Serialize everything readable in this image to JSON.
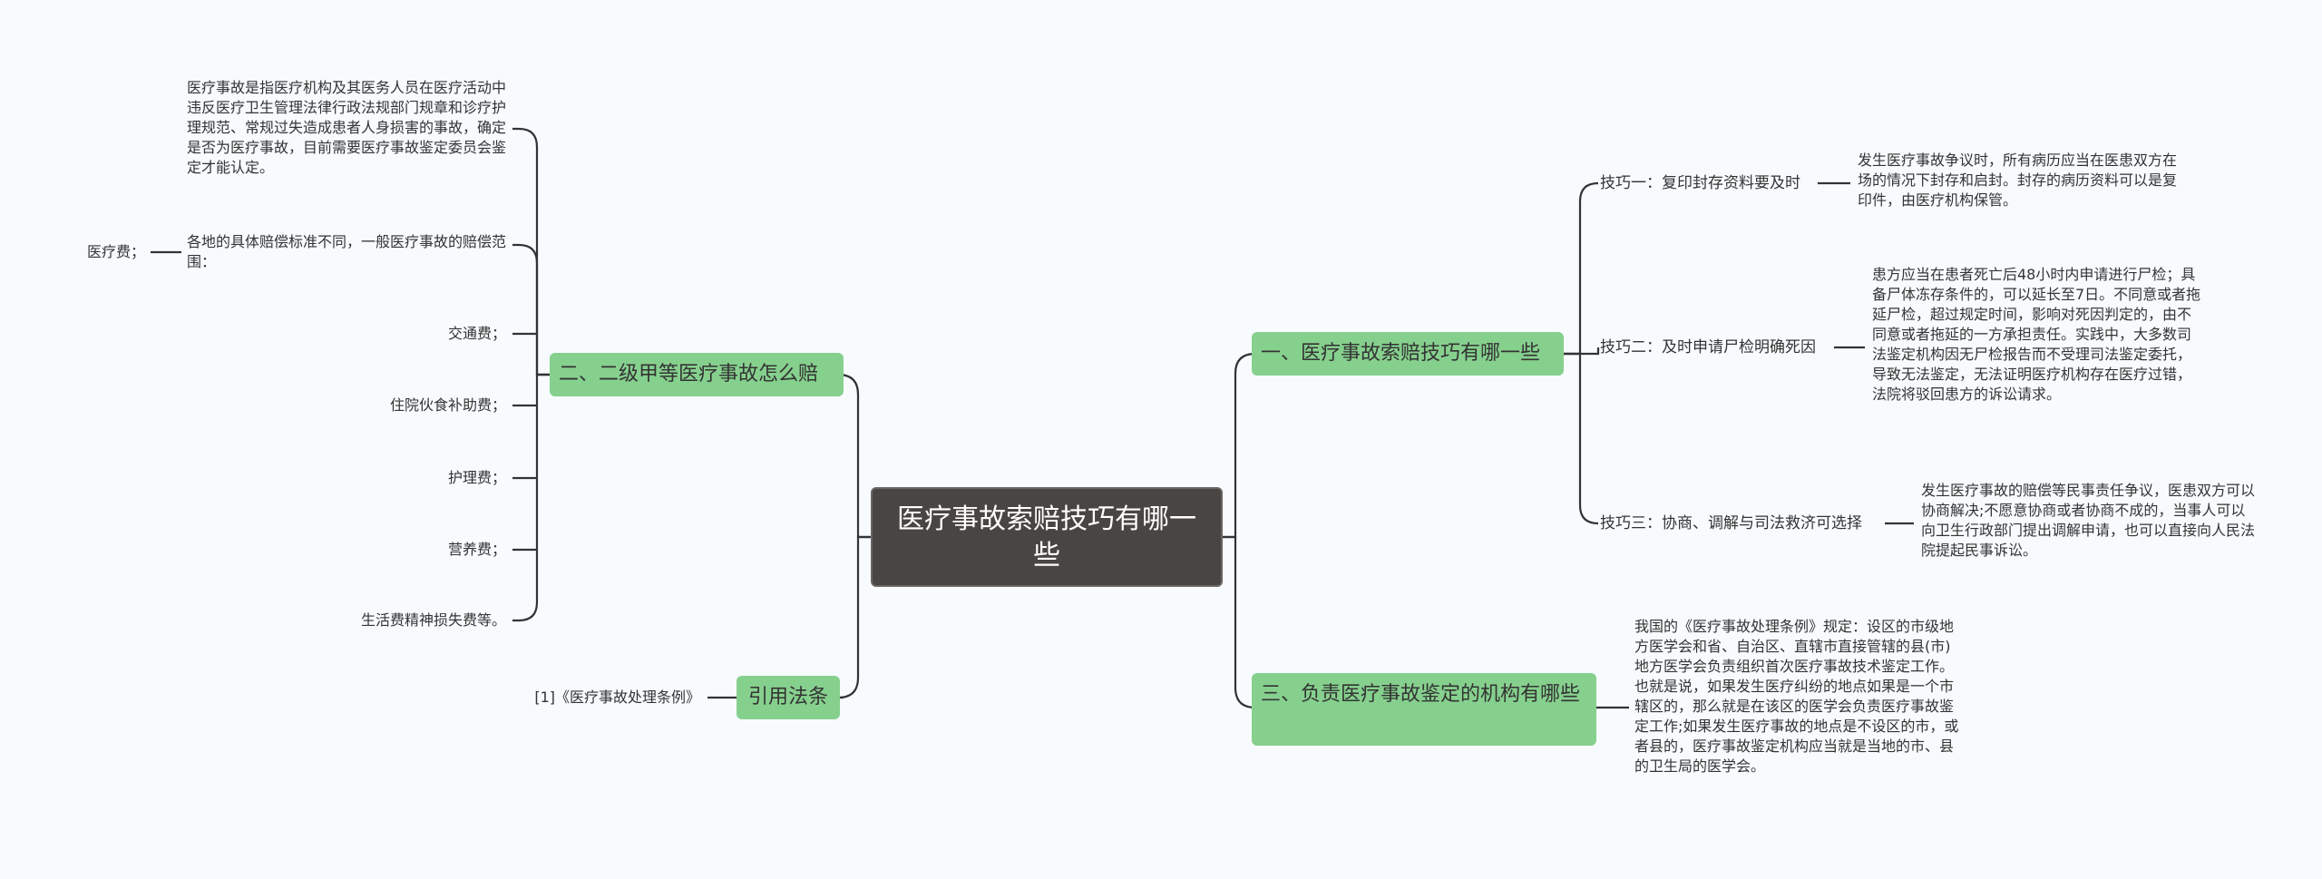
{
  "root": {
    "text": "医疗事故索赔技巧有哪一些"
  },
  "branches": {
    "b1": {
      "text": "一、医疗事故索赔技巧有哪一些"
    },
    "b2": {
      "text": "二、二级甲等医疗事故怎么赔"
    },
    "b3": {
      "text": "三、负责医疗事故鉴定的机构有哪些"
    },
    "b4": {
      "text": "引用法条"
    }
  },
  "tips": [
    {
      "label": "技巧一：复印封存资料要及时",
      "detail": "发生医疗事故争议时，所有病历应当在医患双方在场的情况下封存和启封。封存的病历资料可以是复印件，由医疗机构保管。"
    },
    {
      "label": "技巧二：及时申请尸检明确死因",
      "detail": "患方应当在患者死亡后48小时内申请进行尸检；具备尸体冻存条件的，可以延长至7日。不同意或者拖延尸检，超过规定时间，影响对死因判定的，由不同意或者拖延的一方承担责任。实践中，大多数司法鉴定机构因无尸检报告而不受理司法鉴定委托，导致无法鉴定，无法证明医疗机构存在医疗过错，法院将驳回患方的诉讼请求。"
    },
    {
      "label": "技巧三：协商、调解与司法救济可选择",
      "detail": "发生医疗事故的赔偿等民事责任争议，医患双方可以协商解决;不愿意协商或者协商不成的，当事人可以向卫生行政部门提出调解申请，也可以直接向人民法院提起民事诉讼。"
    }
  ],
  "b2_children": {
    "definition": "医疗事故是指医疗机构及其医务人员在医疗活动中违反医疗卫生管理法律行政法规部门规章和诊疗护理规范、常规过失造成患者人身损害的事故，确定是否为医疗事故，目前需要医疗事故鉴定委员会鉴定才能认定。",
    "scope": "各地的具体赔偿标准不同，一般医疗事故的赔偿范围：",
    "scope_child": "医疗费；",
    "items": [
      "交通费；",
      "住院伙食补助费；",
      "护理费；",
      "营养费；",
      "生活费精神损失费等。"
    ]
  },
  "b3_detail": "我国的《医疗事故处理条例》规定：设区的市级地方医学会和省、自治区、直辖市直接管辖的县(市)地方医学会负责组织首次医疗事故技术鉴定工作。也就是说，如果发生医疗纠纷的地点如果是一个市辖区的，那么就是在该区的医学会负责医疗事故鉴定工作;如果发生医疗事故的地点是不设区的市，或者县的，医疗事故鉴定机构应当就是当地的市、县的卫生局的医学会。",
  "b4_child": "[1]《医疗事故处理条例》"
}
